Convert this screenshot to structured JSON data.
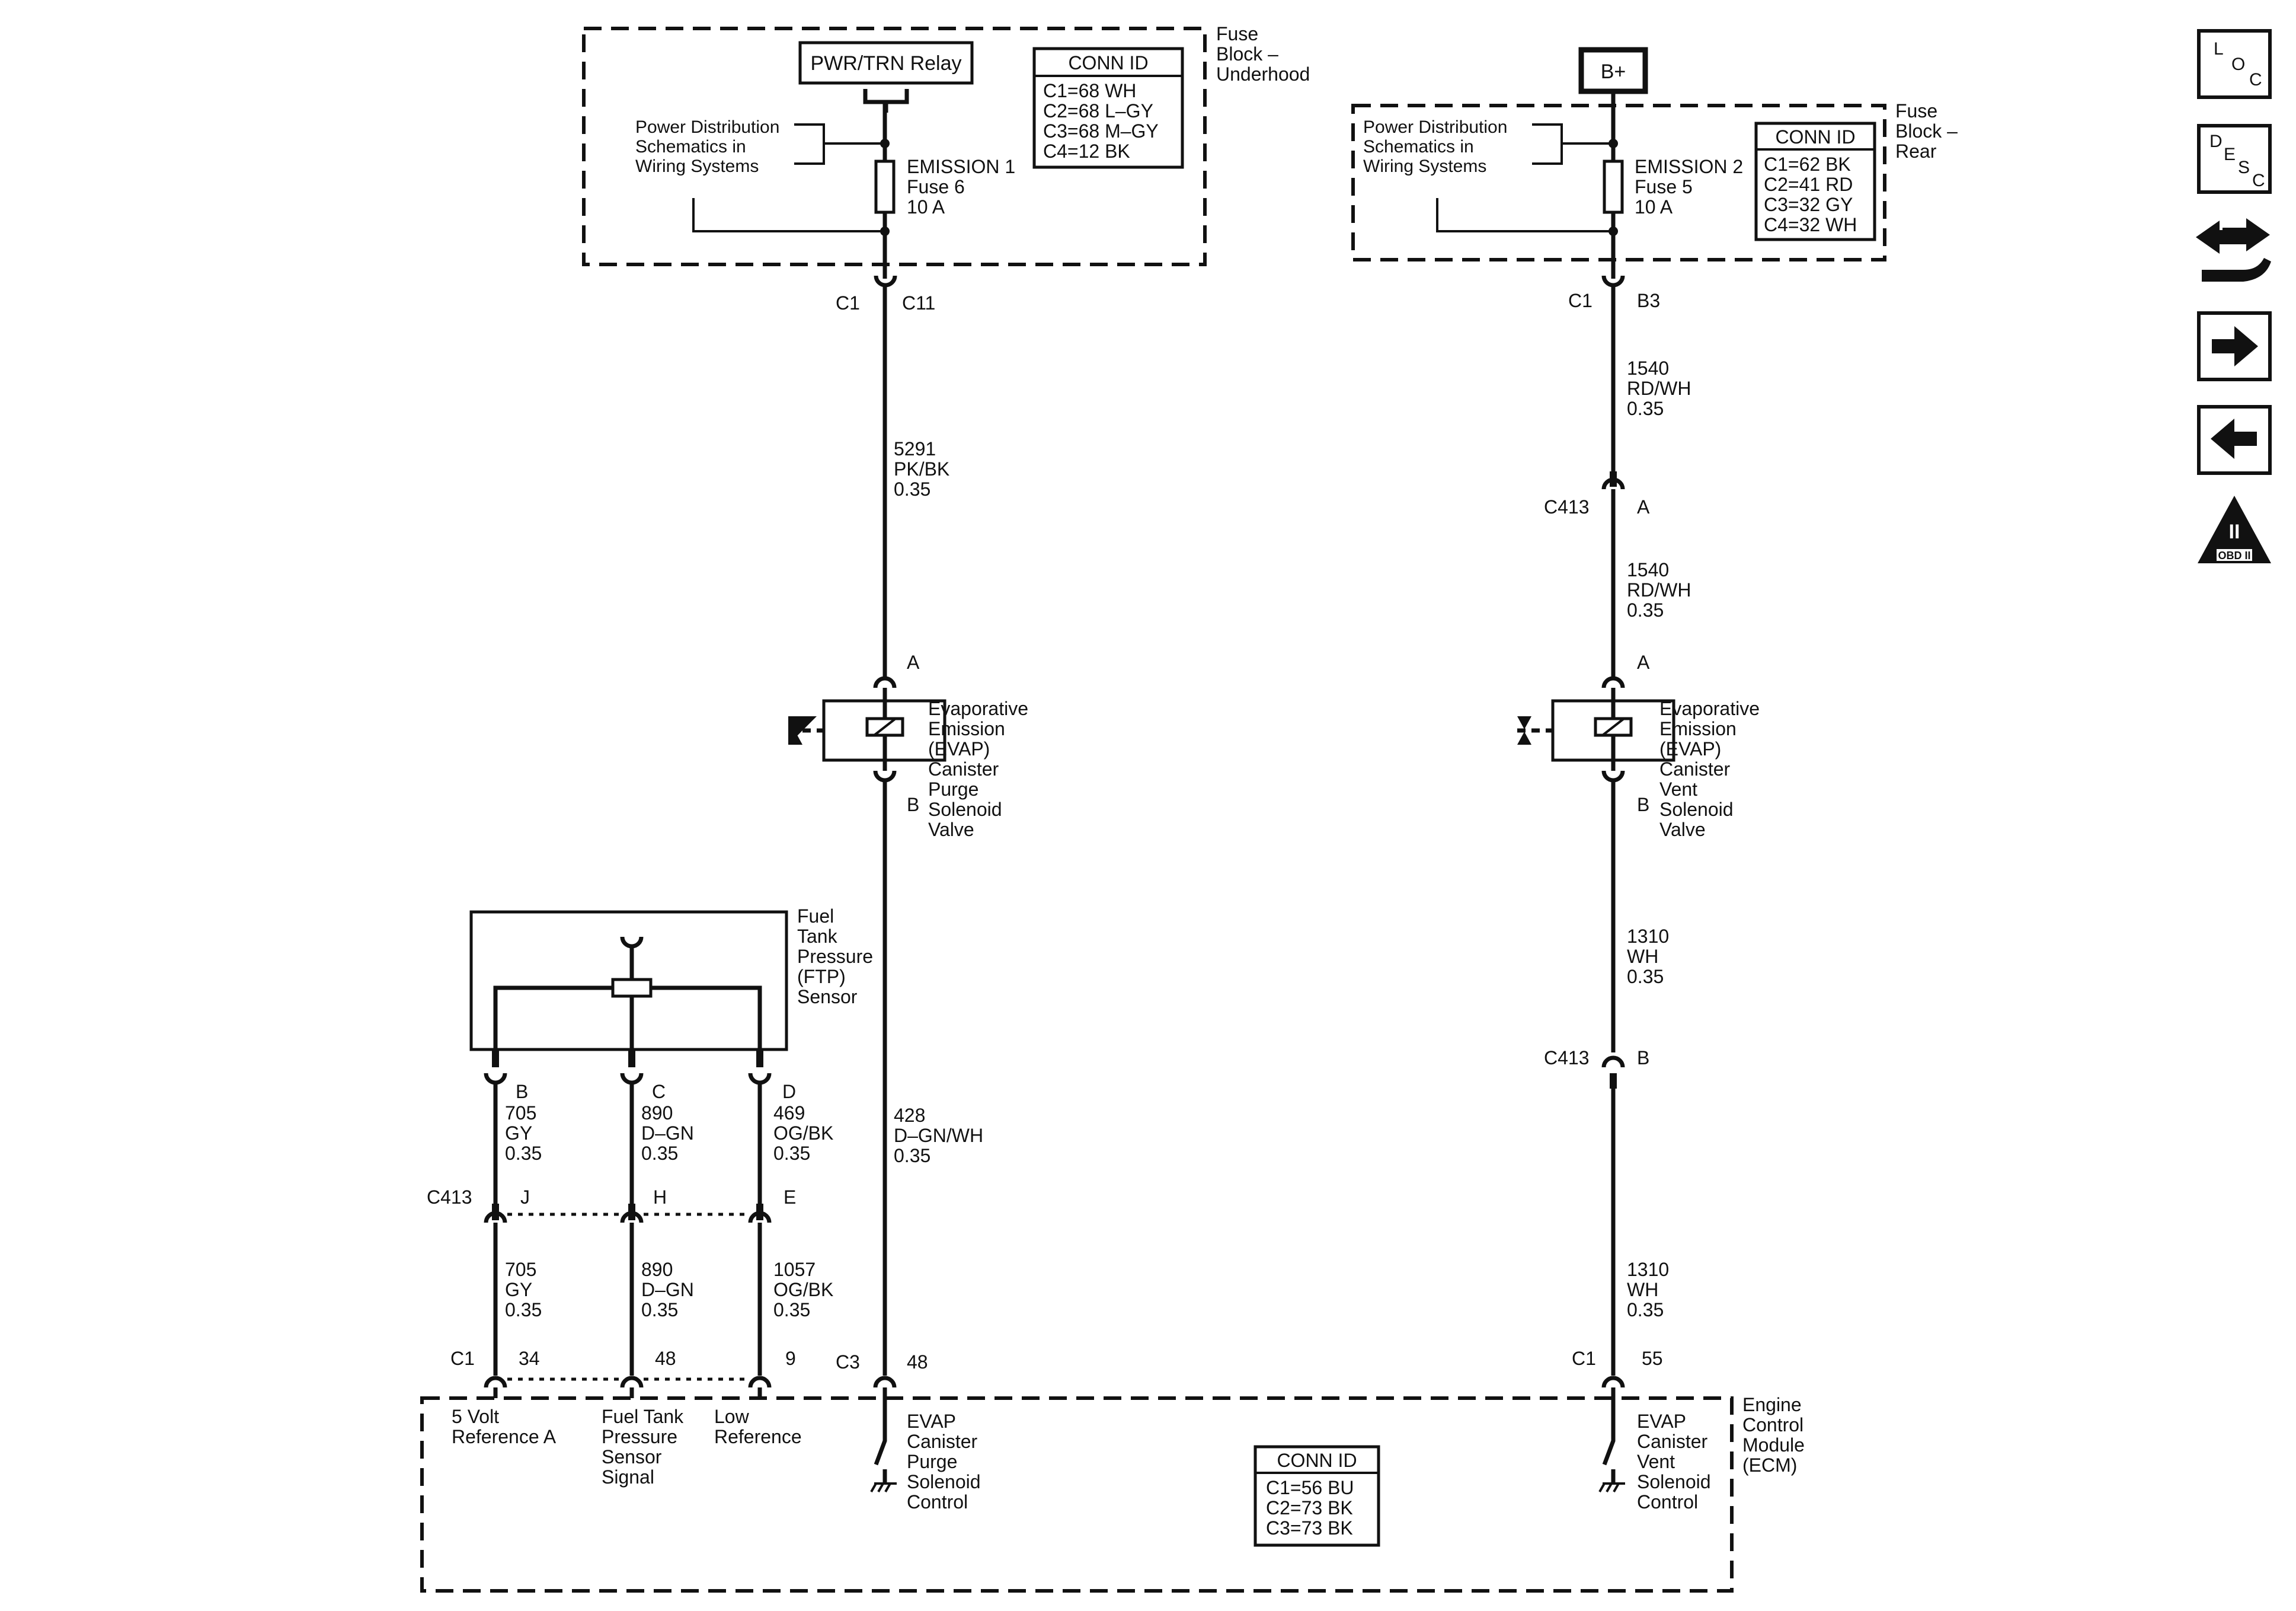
{
  "fuse_block_underhood": {
    "label": [
      "Fuse",
      "Block –",
      "Underhood"
    ],
    "relay": "PWR/TRN Relay",
    "pd_label": [
      "Power Distribution",
      "Schematics in",
      "Wiring Systems"
    ],
    "fuse_label": [
      "EMISSION 1",
      "Fuse 6",
      "10 A"
    ],
    "conn_id": {
      "title": "CONN ID",
      "rows": [
        "C1=68 WH",
        "C2=68 L–GY",
        "C3=68 M–GY",
        "C4=12 BK"
      ]
    }
  },
  "fuse_block_rear": {
    "label": [
      "Fuse",
      "Block –",
      "Rear"
    ],
    "battery": "B+",
    "pd_label": [
      "Power Distribution",
      "Schematics in",
      "Wiring Systems"
    ],
    "fuse_label": [
      "EMISSION 2",
      "Fuse 5",
      "10 A"
    ],
    "conn_id": {
      "title": "CONN ID",
      "rows": [
        "C1=62 BK",
        "C2=41 RD",
        "C3=32 GY",
        "C4=32 WH"
      ]
    }
  },
  "purge_circuit": {
    "conn_top": {
      "name": "C1",
      "pin": "C11"
    },
    "wire1": [
      "5291",
      "PK/BK",
      "0.35"
    ],
    "valve_pin_a": "A",
    "valve_pin_b": "B",
    "valve_label": [
      "Evaporative",
      "Emission",
      "(EVAP)",
      "Canister",
      "Purge",
      "Solenoid",
      "Valve"
    ],
    "wire2": [
      "428",
      "D–GN/WH",
      "0.35"
    ],
    "ecm_conn": {
      "name": "C3",
      "pin": "48"
    },
    "ecm_label": [
      "EVAP",
      "Canister",
      "Purge",
      "Solenoid",
      "Control"
    ]
  },
  "vent_circuit": {
    "conn_top": {
      "name": "C1",
      "pin": "B3"
    },
    "wire1": [
      "1540",
      "RD/WH",
      "0.35"
    ],
    "c413_a": {
      "name": "C413",
      "pin": "A"
    },
    "wire2": [
      "1540",
      "RD/WH",
      "0.35"
    ],
    "valve_pin_a": "A",
    "valve_pin_b": "B",
    "valve_label": [
      "Evaporative",
      "Emission",
      "(EVAP)",
      "Canister",
      "Vent",
      "Solenoid",
      "Valve"
    ],
    "wire3": [
      "1310",
      "WH",
      "0.35"
    ],
    "c413_b": {
      "name": "C413",
      "pin": "B"
    },
    "wire4": [
      "1310",
      "WH",
      "0.35"
    ],
    "ecm_conn": {
      "name": "C1",
      "pin": "55"
    },
    "ecm_label": [
      "EVAP",
      "Canister",
      "Vent",
      "Solenoid",
      "Control"
    ]
  },
  "ftp_sensor": {
    "label": [
      "Fuel",
      "Tank",
      "Pressure",
      "(FTP)",
      "Sensor"
    ],
    "pins": [
      "B",
      "C",
      "D"
    ],
    "upper_wires": [
      [
        "705",
        "GY",
        "0.35"
      ],
      [
        "890",
        "D–GN",
        "0.35"
      ],
      [
        "469",
        "OG/BK",
        "0.35"
      ]
    ],
    "c413_name": "C413",
    "c413_pins": [
      "J",
      "H",
      "E"
    ],
    "lower_wires": [
      [
        "705",
        "GY",
        "0.35"
      ],
      [
        "890",
        "D–GN",
        "0.35"
      ],
      [
        "1057",
        "OG/BK",
        "0.35"
      ]
    ],
    "ecm_conn_name": "C1",
    "ecm_pins": [
      "34",
      "48",
      "9"
    ],
    "ecm_labels": [
      [
        "5 Volt",
        "Reference A"
      ],
      [
        "Fuel Tank",
        "Pressure",
        "Sensor",
        "Signal"
      ],
      [
        "Low",
        "Reference"
      ]
    ]
  },
  "ecm": {
    "label": [
      "Engine",
      "Control",
      "Module",
      "(ECM)"
    ],
    "conn_id": {
      "title": "CONN ID",
      "rows": [
        "C1=56 BU",
        "C2=73 BK",
        "C3=73 BK"
      ]
    }
  },
  "nav_icons": [
    {
      "name": "loc-icon",
      "letters": [
        "L",
        "O",
        "C"
      ]
    },
    {
      "name": "desc-icon",
      "letters": [
        "D",
        "E",
        "S",
        "C"
      ]
    },
    {
      "name": "schematic-wrench-icon"
    },
    {
      "name": "next-arrow-icon"
    },
    {
      "name": "previous-arrow-icon"
    },
    {
      "name": "obd-ii-icon",
      "roman": "II",
      "label": "OBD II"
    }
  ]
}
